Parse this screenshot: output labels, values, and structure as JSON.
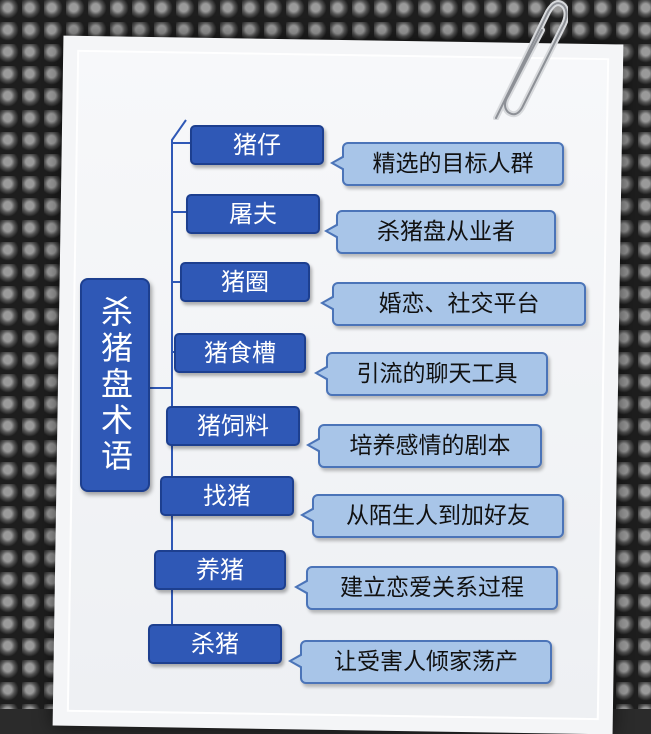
{
  "root": {
    "label": "杀猪盘术语"
  },
  "items": [
    {
      "term": "猪仔",
      "definition": "精选的目标人群"
    },
    {
      "term": "屠夫",
      "definition": "杀猪盘从业者"
    },
    {
      "term": "猪圈",
      "definition": "婚恋、社交平台"
    },
    {
      "term": "猪食槽",
      "definition": "引流的聊天工具"
    },
    {
      "term": "猪饲料",
      "definition": "培养感情的剧本"
    },
    {
      "term": "找猪",
      "definition": "从陌生人到加好友"
    },
    {
      "term": "养猪",
      "definition": "建立恋爱关系过程"
    },
    {
      "term": "杀猪",
      "definition": "让受害人倾家荡产"
    }
  ],
  "colors": {
    "term_box": "#2f58b6",
    "definition_box": "#a8c5e8",
    "line": "#2f58b6"
  }
}
